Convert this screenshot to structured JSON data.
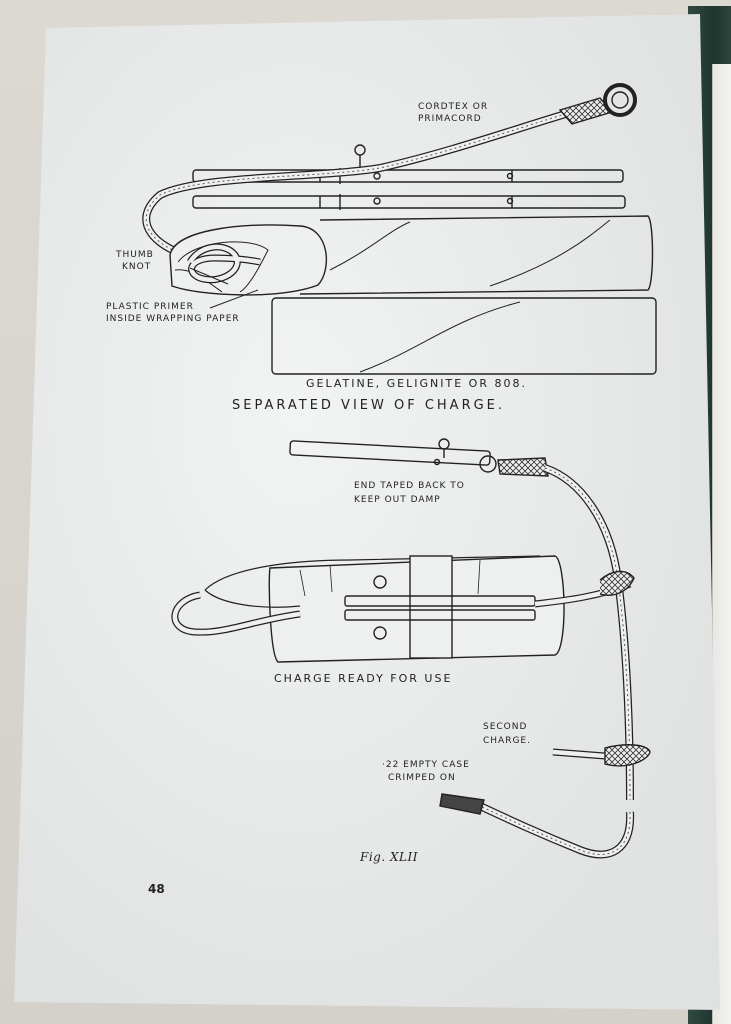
{
  "page_number": "48",
  "figure": {
    "caption": "Fig. XLII",
    "top_diagram": {
      "cord_label_line1": "CORDTEX OR",
      "cord_label_line2": "PRIMACORD",
      "knot_label_line1": "THUMB",
      "knot_label_line2": "KNOT",
      "primer_label_line1": "PLASTIC PRIMER",
      "primer_label_line2": "INSIDE WRAPPING PAPER",
      "explosive_label": "GELATINE,   GELIGNITE   OR   808.",
      "title": "SEPARATED  VIEW  OF  CHARGE."
    },
    "bottom_diagram": {
      "tape_label_line1": "END TAPED BACK TO",
      "tape_label_line2": "KEEP OUT DAMP",
      "charge_label": "CHARGE  READY  FOR  USE",
      "second_label_line1": "SECOND",
      "second_label_line2": "CHARGE.",
      "case_label_line1": "·22 EMPTY CASE",
      "case_label_line2": "CRIMPED ON"
    }
  },
  "colors": {
    "paper": "#ebeeed",
    "ink": "#222222",
    "cover": "#1f352f"
  }
}
